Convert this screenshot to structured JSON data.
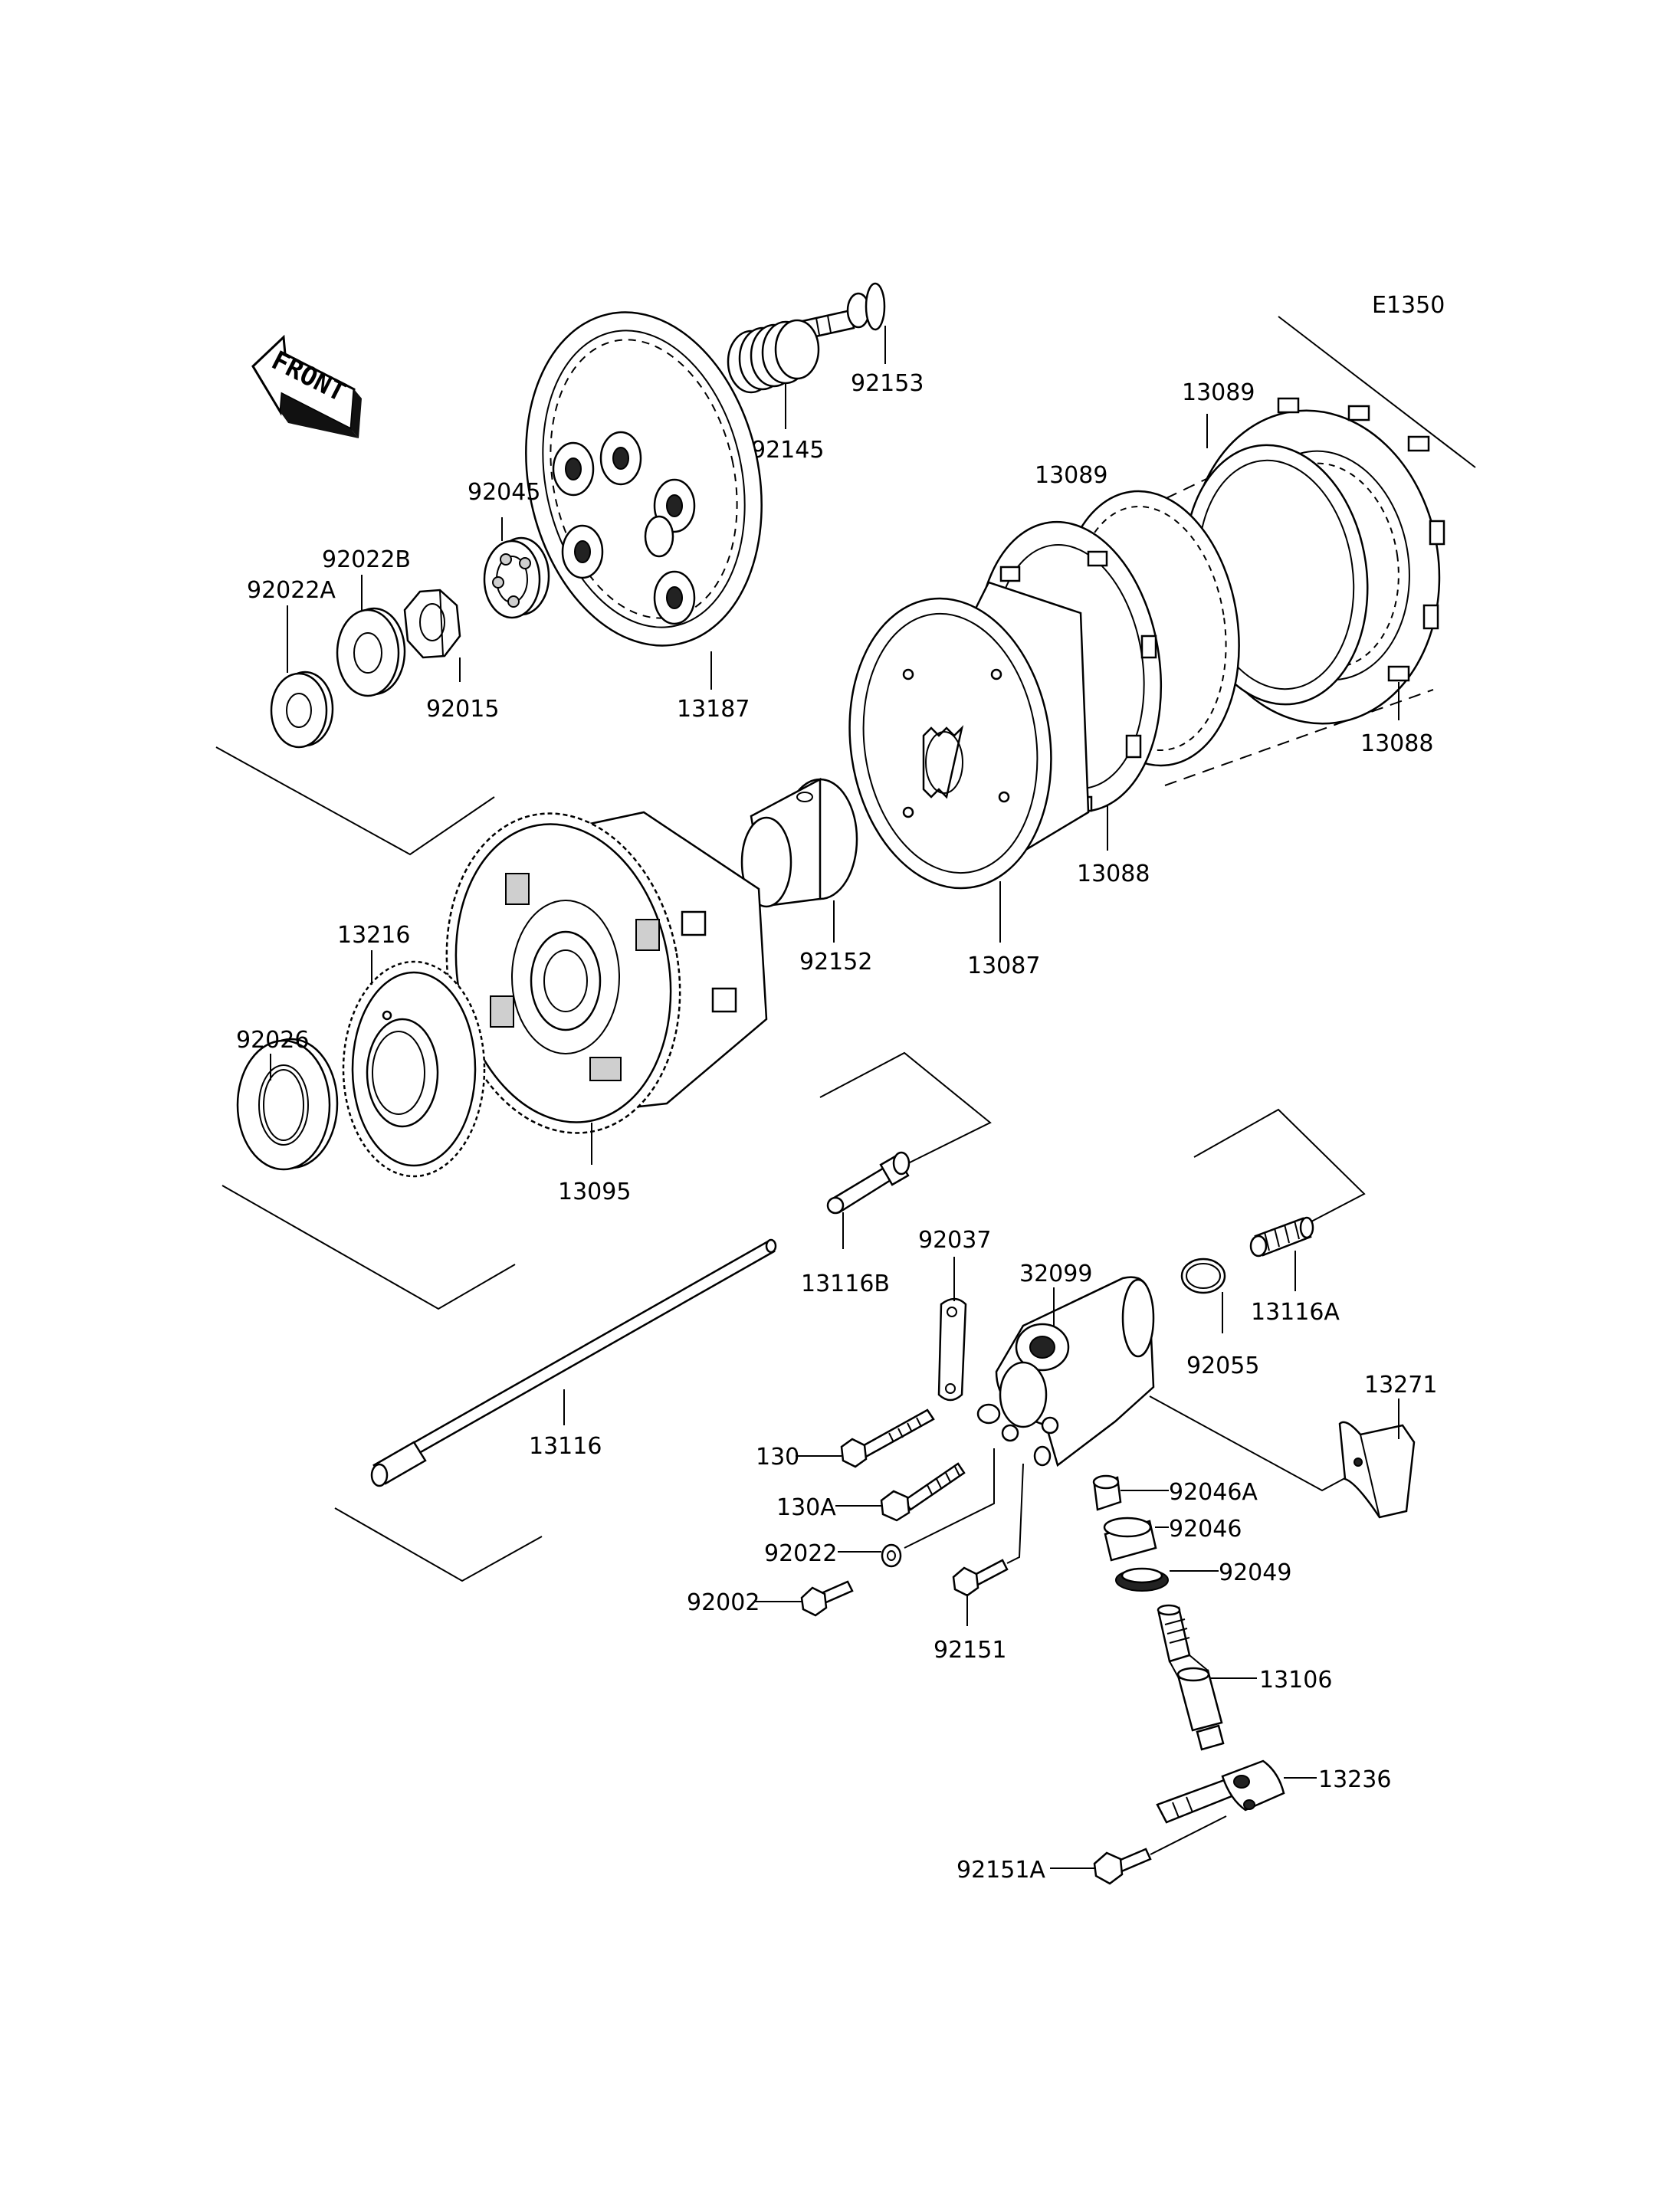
{
  "diagram_code": "E1350",
  "front_label": "FRONT",
  "parts": {
    "p92153": "92153",
    "p92145": "92145",
    "p13187": "13187",
    "p92045": "92045",
    "p92022B": "92022B",
    "p92022A": "92022A",
    "p92015": "92015",
    "p13089a": "13089",
    "p13089b": "13089",
    "p13088a": "13088",
    "p13088b": "13088",
    "p13087": "13087",
    "p92152": "92152",
    "p13216": "13216",
    "p92026": "92026",
    "p13095": "13095",
    "p13116B": "13116B",
    "p92037": "92037",
    "p32099": "32099",
    "p92055": "92055",
    "p13116A": "13116A",
    "p13271": "13271",
    "p13116": "13116",
    "p130": "130",
    "p130A": "130A",
    "p92046A": "92046A",
    "p92046": "92046",
    "p92049": "92049",
    "p92022": "92022",
    "p92002": "92002",
    "p92151": "92151",
    "p13106": "13106",
    "p13236": "13236",
    "p92151A": "92151A"
  }
}
